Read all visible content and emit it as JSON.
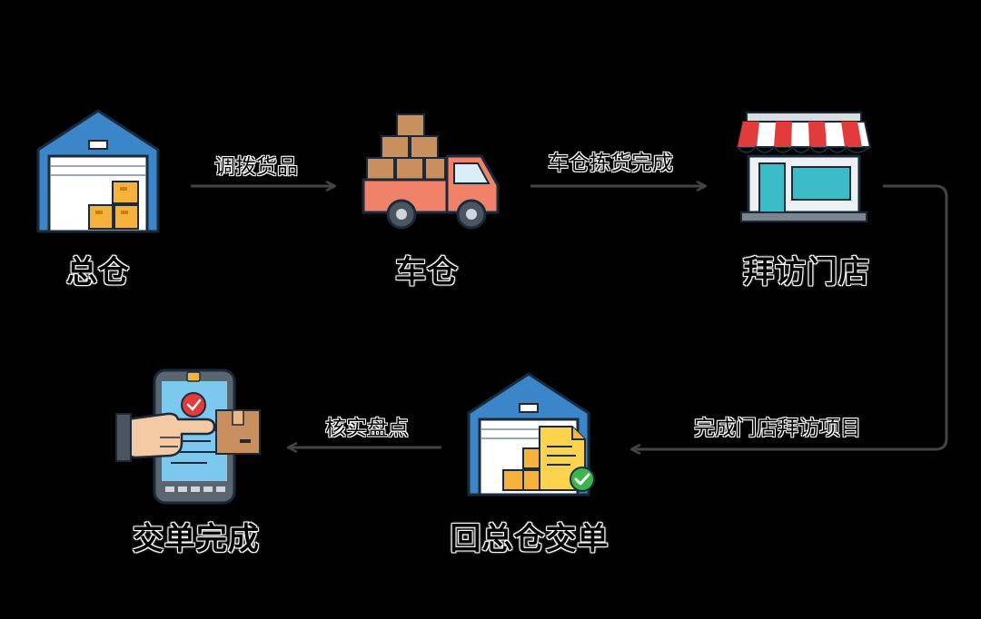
{
  "nodes": {
    "main_warehouse": {
      "label": "总仓",
      "icon": "warehouse-icon"
    },
    "truck_warehouse": {
      "label": "车仓",
      "icon": "truck-icon"
    },
    "store_visit": {
      "label": "拜访门店",
      "icon": "storefront-icon"
    },
    "return_handover": {
      "label": "回总仓交单",
      "icon": "warehouse-document-icon"
    },
    "order_complete": {
      "label": "交单完成",
      "icon": "phone-checklist-icon"
    }
  },
  "edges": {
    "allocate": {
      "label": "调拨货品"
    },
    "picking_done": {
      "label": "车仓拣货完成"
    },
    "visit_done": {
      "label": "完成门店拜访项目"
    },
    "verify": {
      "label": "核实盘点"
    }
  },
  "colors": {
    "background": "#000000",
    "arrow": "#444444",
    "warehouse_blue": "#3a86c8",
    "box_orange": "#f7b23b",
    "truck_salmon": "#f0826a",
    "awning_red": "#e23b3b",
    "check_green": "#3cb54a"
  }
}
